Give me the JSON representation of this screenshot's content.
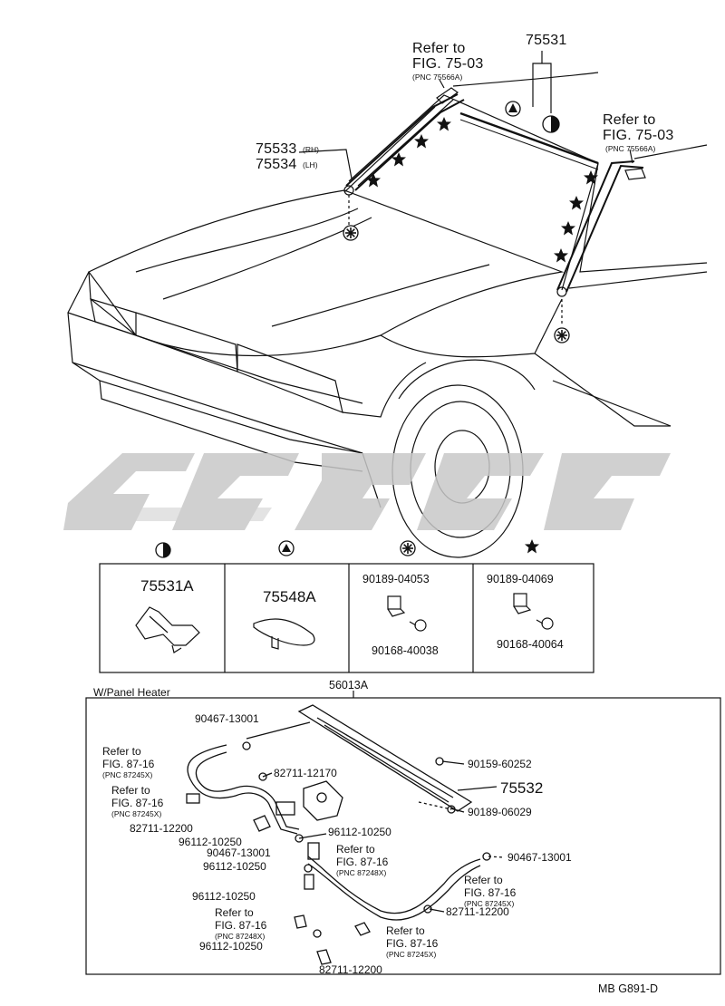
{
  "upper": {
    "main_part": "75531",
    "refer_top_left": {
      "line1": "Refer to",
      "line2": "FIG. 75-03",
      "line3": "(PNC 75566A)"
    },
    "refer_top_right": {
      "line1": "Refer to",
      "line2": "FIG. 75-03",
      "line3": "(PNC 75566A)"
    },
    "pillar_rh": "75533",
    "pillar_rh_suffix": "(RH)",
    "pillar_lh": "75534",
    "pillar_lh_suffix": "(LH)"
  },
  "legend_boxes": {
    "box1_part": "75531A",
    "box2_part": "75548A",
    "box3_part_a": "90189-04053",
    "box3_part_b": "90168-40038",
    "box4_part_a": "90189-04069",
    "box4_part_b": "90168-40064"
  },
  "lower": {
    "assembly_part": "56013A",
    "section_title": "W/Panel Heater",
    "labels": {
      "l1": "90467-13001",
      "l2": "90159-60252",
      "l3": "75532",
      "l4": "90189-06029",
      "l5": "82711-12170",
      "l6": "82711-12200",
      "l7": "96112-10250",
      "l8": "96112-10250",
      "l9": "90467-13001",
      "l10": "96112-10250",
      "l11": "90467-13001",
      "l12": "96112-10250",
      "l13": "82711-12200",
      "l14": "96112-10250",
      "l15": "82711-12200"
    },
    "refs": {
      "r1_line1": "Refer to",
      "r1_line2": "FIG. 87-16",
      "r1_line3": "(PNC 87245X)",
      "r2_line1": "Refer to",
      "r2_line2": "FIG. 87-16",
      "r2_line3": "(PNC 87245X)",
      "r3_line1": "Refer to",
      "r3_line2": "FIG. 87-16",
      "r3_line3": "(PNC 87248X)",
      "r4_line1": "Refer to",
      "r4_line2": "FIG. 87-16",
      "r4_line3": "(PNC 87245X)",
      "r5_line1": "Refer to",
      "r5_line2": "FIG. 87-16",
      "r5_line3": "(PNC 87248X)",
      "r6_line1": "Refer to",
      "r6_line2": "FIG. 87-16",
      "r6_line3": "(PNC 87245X)"
    }
  },
  "footer": {
    "code": "MB  G891-D"
  },
  "icons": {
    "half_circle": "half-filled-circle-icon",
    "triangle": "circle-triangle-icon",
    "asterisk": "circle-asterisk-icon",
    "star": "star-icon"
  }
}
